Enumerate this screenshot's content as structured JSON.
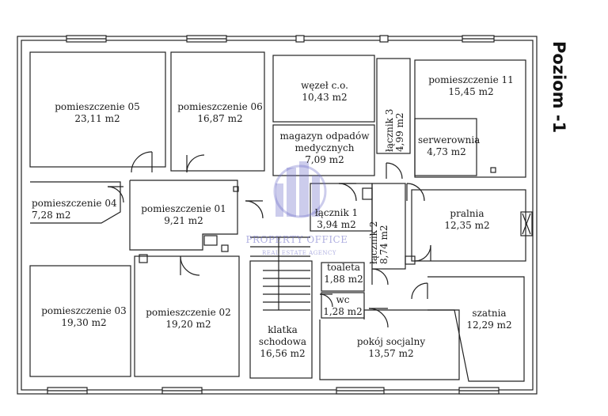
{
  "level_label": "Poziom -1",
  "rooms": [
    {
      "id": "p05",
      "name": "pomieszczenie 05",
      "area": "23,11 m2"
    },
    {
      "id": "p06",
      "name": "pomieszczenie 06",
      "area": "16,87 m2"
    },
    {
      "id": "wezel",
      "name": "węzeł c.o.",
      "area": "10,43 m2"
    },
    {
      "id": "p11",
      "name": "pomieszczenie 11",
      "area": "15,45 m2"
    },
    {
      "id": "magazyn",
      "name": "magazyn odpadów",
      "name2": "medycznych",
      "area": "7,09 m2"
    },
    {
      "id": "lacznik3",
      "name": "łącznik 3",
      "area": "4,99 m2"
    },
    {
      "id": "serwer",
      "name": "serwerownia",
      "area": "4,73 m2"
    },
    {
      "id": "p04",
      "name": "pomieszczenie 04",
      "area": "7,28 m2"
    },
    {
      "id": "p01",
      "name": "pomieszczenie 01",
      "area": "9,21 m2"
    },
    {
      "id": "lacznik1",
      "name": "łącznik 1",
      "area": "3,94 m2"
    },
    {
      "id": "lacznik2",
      "name": "łącznik 2",
      "area": "8,74 m2"
    },
    {
      "id": "pralnia",
      "name": "pralnia",
      "area": "12,35 m2"
    },
    {
      "id": "toaleta",
      "name": "toaleta",
      "area": "1,88 m2"
    },
    {
      "id": "wc",
      "name": "wc",
      "area": "1,28 m2"
    },
    {
      "id": "p03",
      "name": "pomieszczenie 03",
      "area": "19,30 m2"
    },
    {
      "id": "p02",
      "name": "pomieszczenie 02",
      "area": "19,20 m2"
    },
    {
      "id": "klatka",
      "name": "klatka",
      "name2": "schodowa",
      "area": "16,56 m2"
    },
    {
      "id": "pokoj",
      "name": "pokój socjalny",
      "area": "13,57 m2"
    },
    {
      "id": "szatnia",
      "name": "szatnia",
      "area": "12,29 m2"
    }
  ],
  "watermark": {
    "title": "PROPERTY OFFICE",
    "subtitle": "REAL ESTATE AGENCY"
  },
  "colors": {
    "wall": "#222222",
    "watermark": "#6e6ec8"
  }
}
